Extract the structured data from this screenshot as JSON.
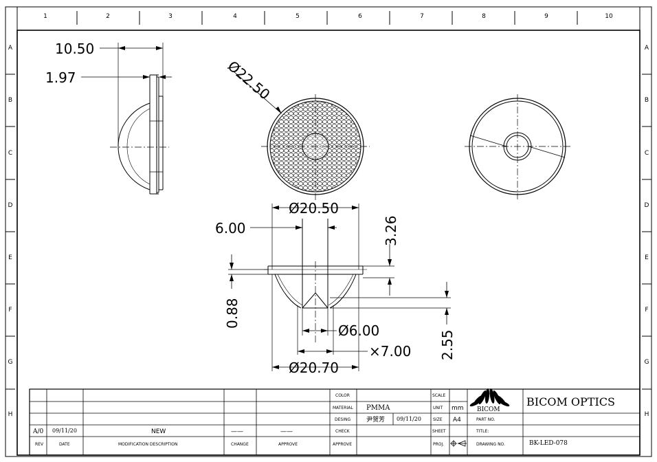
{
  "grid": {
    "columns": [
      "1",
      "2",
      "3",
      "4",
      "5",
      "6",
      "7",
      "8",
      "9",
      "10"
    ],
    "rows": [
      "A",
      "B",
      "C",
      "D",
      "E",
      "F",
      "G",
      "H"
    ]
  },
  "dimensions": {
    "d_10_50": "10.50",
    "d_1_97": "1.97",
    "d_22_50": "Ø22.50",
    "d_20_50": "Ø20.50",
    "d_6_00": "6.00",
    "d_3_26": "3.26",
    "d_0_88": "0.88",
    "d_6_00_dia": "Ø6.00",
    "d_7_00": "×7.00",
    "d_2_55": "2.55",
    "d_20_70": "Ø20.70"
  },
  "title_block": {
    "rev_value": "A/0",
    "date_value": "09/11/20",
    "description_value": "NEW",
    "change_value": "——",
    "approve_value": "——",
    "rev_label": "REV",
    "date_label": "DATE",
    "description_label": "MODIFICATION DESCRIPTION",
    "change_label": "CHANGE",
    "approve_label": "APPROVE",
    "color_label": "COLOR",
    "material_label": "MATERIAL",
    "material_value": "PMMA",
    "design_label": "DESING",
    "designer_value": "尹贺芳",
    "design_date": "09/11/20",
    "check_label": "CHECK",
    "approve2_label": "APPROVE",
    "scale_label": "SCALE",
    "unit_label": "UNIT",
    "unit_value": "mm",
    "size_label": "SIZE",
    "size_value": "A4",
    "sheet_label": "SHEET",
    "proj_label": "PROJ.",
    "logo_text": "BICOM",
    "company": "BICOM OPTICS",
    "part_no_label": "PART NO.",
    "title_label": "TITLE:",
    "drawing_no_label": "DRAWING NO.",
    "drawing_no_value": "BK-LED-078"
  }
}
